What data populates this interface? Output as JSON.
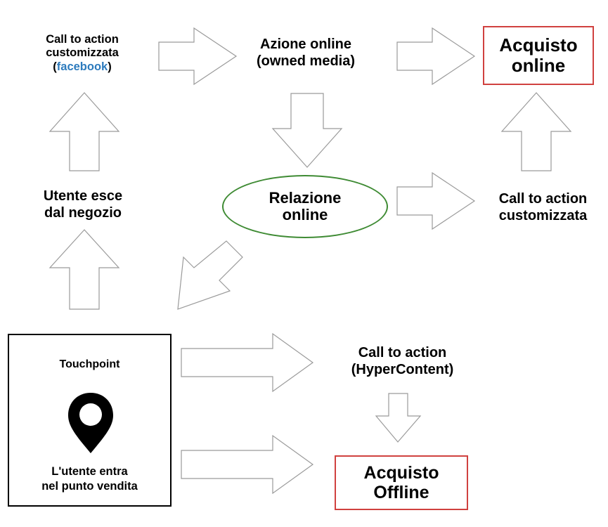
{
  "nodes": {
    "cta_facebook": {
      "line1": "Call to action",
      "line2": "customizzata",
      "line3_open": "(",
      "line3_brand": "facebook",
      "line3_close": ")"
    },
    "azione_online": {
      "line1": "Azione online",
      "line2": "(owned media)"
    },
    "acquisto_online": {
      "line1": "Acquisto",
      "line2": "online"
    },
    "utente_esce": {
      "line1": "Utente esce",
      "line2": "dal negozio"
    },
    "relazione_online": {
      "line1": "Relazione",
      "line2": "online"
    },
    "cta_customizzata": {
      "line1": "Call to action",
      "line2": "customizzata"
    },
    "touchpoint": {
      "title": "Touchpoint",
      "line1": "L'utente entra",
      "line2": "nel punto vendita",
      "icon": "location-pin-icon"
    },
    "cta_hypercontent": {
      "line1": "Call to action",
      "line2": "(HyperContent)"
    },
    "acquisto_offline": {
      "line1": "Acquisto",
      "line2": "Offline"
    }
  },
  "colors": {
    "facebook_blue": "#2d7bbd",
    "box_red": "#d0413f",
    "ellipse_green": "#3f8b34",
    "arrow_outline": "#9a9a9a"
  }
}
